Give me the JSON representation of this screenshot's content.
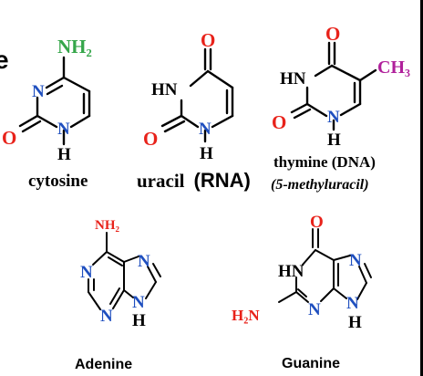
{
  "colors": {
    "bond": "#000000",
    "nitrogen": "#1f4fbf",
    "oxygen": "#e8221a",
    "amine_pyrimidine": "#35a64a",
    "methyl": "#b0209b",
    "purine_substituent": "#e8221a"
  },
  "edge_fragment": "e",
  "cytosine": {
    "substituent": "NH₂",
    "n_ring": "N",
    "o": "O",
    "n1": "N",
    "h": "H",
    "name": "cytosine"
  },
  "uracil": {
    "o_top": "O",
    "hn": "HN",
    "o_left": "O",
    "n1": "N",
    "h": "H",
    "name": "uracil",
    "tag": "(RNA)"
  },
  "thymine": {
    "o_top": "O",
    "methyl": "CH₃",
    "hn": "HN",
    "o_left": "O",
    "n1": "N",
    "h": "H",
    "name": "thymine (DNA)",
    "alt": "(5-methyluracil)"
  },
  "adenine": {
    "substituent": "NH₂",
    "n1": "N",
    "n3": "N",
    "n7": "N",
    "n9": "N",
    "h": "H",
    "name": "Adenine"
  },
  "guanine": {
    "o": "O",
    "hn": "HN",
    "n3": "N",
    "n7": "N",
    "n9": "N",
    "h": "H",
    "amine": "H₂N",
    "name": "Guanine"
  }
}
